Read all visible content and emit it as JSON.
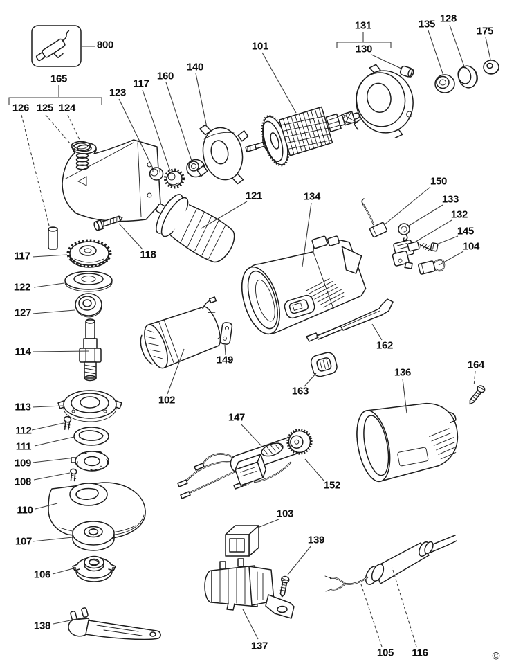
{
  "figure": {
    "copyright_mark": "©",
    "labels": {
      "l800": "800",
      "l165": "165",
      "l126": "126",
      "l125": "125",
      "l124": "124",
      "l123": "123",
      "l117a": "117",
      "l160": "160",
      "l140": "140",
      "l101": "101",
      "l131": "131",
      "l130": "130",
      "l135": "135",
      "l128": "128",
      "l175": "175",
      "l121": "121",
      "l118": "118",
      "l134": "134",
      "l150": "150",
      "l133": "133",
      "l132": "132",
      "l145": "145",
      "l104": "104",
      "l117b": "117",
      "l122": "122",
      "l127": "127",
      "l114": "114",
      "l113": "113",
      "l112": "112",
      "l111": "111",
      "l109": "109",
      "l108": "108",
      "l110": "110",
      "l107": "107",
      "l106": "106",
      "l138": "138",
      "l102": "102",
      "l149": "149",
      "l162": "162",
      "l163": "163",
      "l136": "136",
      "l164": "164",
      "l147": "147",
      "l152": "152",
      "l103": "103",
      "l139": "139",
      "l137": "137",
      "l105": "105",
      "l116": "116"
    }
  }
}
